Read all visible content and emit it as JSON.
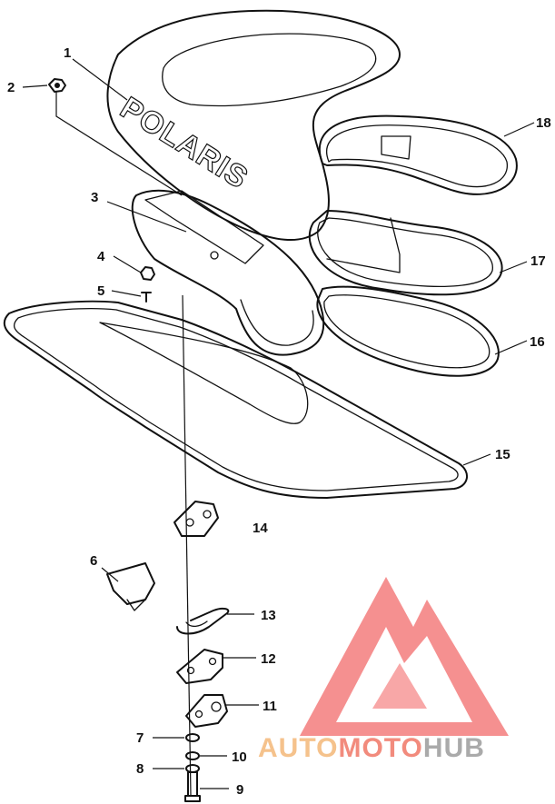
{
  "diagram": {
    "brand_on_seat": "POLARIS",
    "callouts": [
      "1",
      "2",
      "3",
      "4",
      "5",
      "6",
      "7",
      "8",
      "9",
      "10",
      "11",
      "12",
      "13",
      "14",
      "15",
      "16",
      "17",
      "18"
    ]
  },
  "watermark": {
    "text_part1": "AUTO",
    "text_part2": "MOTO",
    "text_part3": "HUB",
    "color_part1": "#f5c28c",
    "color_part2": "#f28b7d",
    "color_part3": "#aaaaaa",
    "triangle_color": "#f26b6b"
  }
}
